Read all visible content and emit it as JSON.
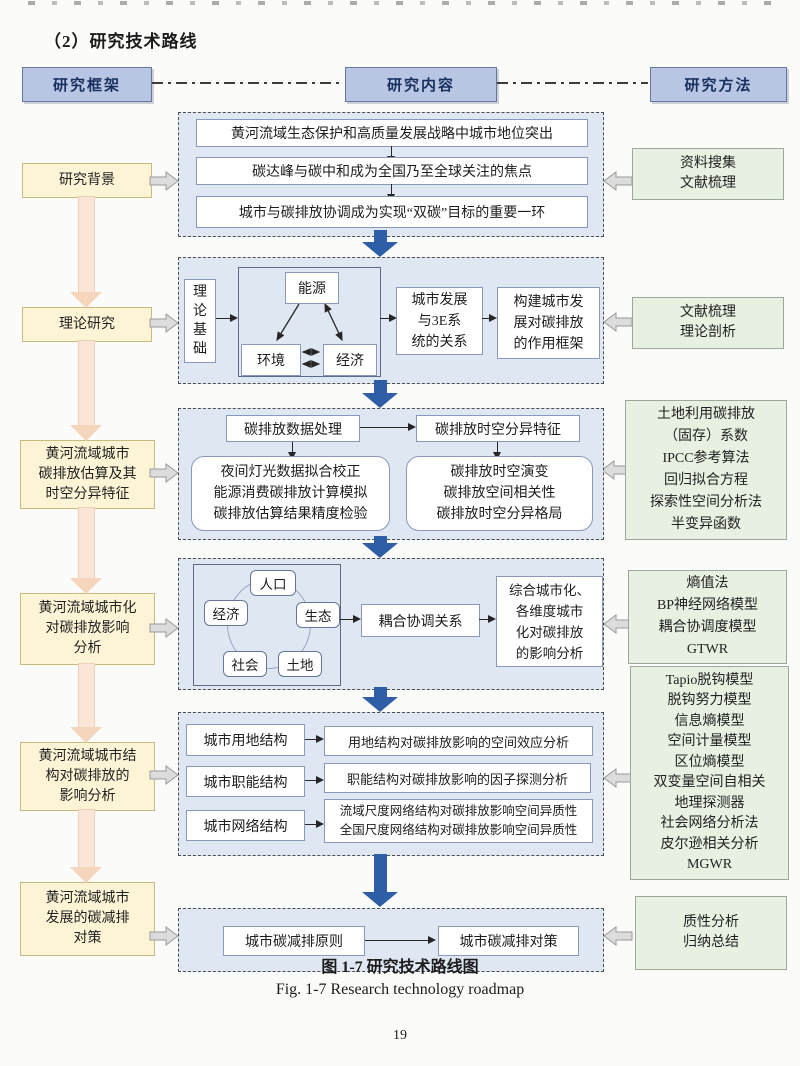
{
  "page": {
    "heading": "（2）研究技术路线",
    "caption_zh": "图 1-7 研究技术路线图",
    "caption_en": "Fig. 1-7 Research technology roadmap",
    "page_number": "19"
  },
  "headers": {
    "framework": "研究框架",
    "content": "研究内容",
    "method": "研究方法"
  },
  "framework": [
    "研究背景",
    "理论研究",
    "黄河流域城市\n碳排放估算及其\n时空分异特征",
    "黄河流域城市化\n对碳排放影响\n分析",
    "黄河流域城市结\n构对碳排放的\n影响分析",
    "黄河流域城市\n发展的碳减排\n对策"
  ],
  "methods": [
    "资料搜集\n文献梳理",
    "文献梳理\n理论剖析",
    "土地利用碳排放\n（固存）系数\nIPCC参考算法\n回归拟合方程\n探索性空间分析法\n半变异函数",
    "熵值法\nBP神经网络模型\n耦合协调度模型\nGTWR",
    "Tapio脱钩模型\n脱钩努力模型\n信息熵模型\n空间计量模型\n区位熵模型\n双变量空间自相关\n地理探测器\n社会网络分析法\n皮尔逊相关分析\nMGWR",
    "质性分析\n归纳总结"
  ],
  "content": {
    "s1": {
      "rows": [
        "黄河流域生态保护和高质量发展战略中城市地位突出",
        "碳达峰与碳中和成为全国乃至全球关注的焦点",
        "城市与碳排放协调成为实现“双碳”目标的重要一环"
      ]
    },
    "s2": {
      "base": "理\n论\n基\n础",
      "triangle": {
        "top": "能源",
        "left": "环境",
        "right": "经济"
      },
      "relation": "城市发展\n与3E系\n统的关系",
      "framework": "构建城市发\n展对碳排放\n的作用框架"
    },
    "s3": {
      "top_left": "碳排放数据处理",
      "top_right": "碳排放时空分异特征",
      "bottom_left": "夜间灯光数据拟合校正\n能源消费碳排放计算模拟\n碳排放估算结果精度检验",
      "bottom_right": "碳排放时空演变\n碳排放空间相关性\n碳排放时空分异格局"
    },
    "s4": {
      "circle": {
        "top": "人口",
        "left": "经济",
        "right": "生态",
        "bottom_left": "社会",
        "bottom_right": "土地"
      },
      "coupling": "耦合协调关系",
      "analysis": "综合城市化、\n各维度城市\n化对碳排放\n的影响分析"
    },
    "s5": {
      "rows": [
        {
          "label": "城市用地结构",
          "desc": "用地结构对碳排放影响的空间效应分析"
        },
        {
          "label": "城市职能结构",
          "desc": "职能结构对碳排放影响的因子探测分析"
        },
        {
          "label": "城市网络结构",
          "desc": "流域尺度网络结构对碳排放影响空间异质性\n全国尺度网络结构对碳排放影响空间异质性"
        }
      ]
    },
    "s6": {
      "left": "城市碳减排原则",
      "right": "城市碳减排对策"
    }
  },
  "colors": {
    "header_fill": "#b9c6e3",
    "header_border": "#64779f",
    "framework_fill": "#fcf4d5",
    "framework_border": "#c9bb80",
    "method_fill": "#e7f0e1",
    "content_panel_fill": "#dfe7f3",
    "flow_arrow_blue": "#2e5fa6",
    "block_arrow_gray": "#dcdcdc",
    "progression_arrow_peach": "#f6d5bd"
  }
}
